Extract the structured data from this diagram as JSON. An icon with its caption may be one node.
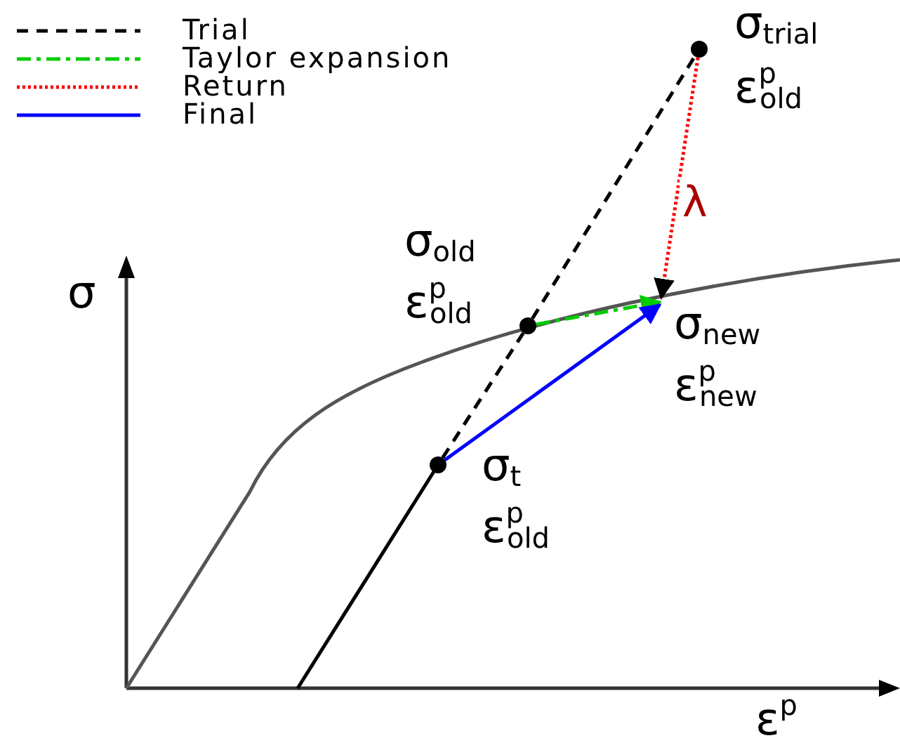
{
  "diagram": {
    "nodes": [
      {
        "text": [],
        "shape": "circle",
        "beside": [
          "σ$_{trial}$",
          "ε$^{p}$$_{old}$"
        ]
      },
      {
        "text": [],
        "shape": "circle",
        "beside": [
          "σ$_{old}$",
          "ε$^{p}$$_{old}$"
        ]
      },
      {
        "text": [],
        "shape": "circle",
        "beside": [
          "σ$_{t}$",
          "ε$^{p}$$_{old}$"
        ]
      },
      {
        "text": [
          "σ$_{new}$",
          "ε$^{p}$$_{new}$"
        ]
      }
    ],
    "edges": [
      {
        "from": 2,
        "to": 1,
        "arrow": "none",
        "style": "dashed"
      },
      {
        "from": 1,
        "to": 0,
        "arrow": "none",
        "style": "dashed"
      },
      {
        "from": 1,
        "to": 3,
        "arrow": "to",
        "style": "dashed",
        "color": "#00cc00"
      },
      {
        "from": 0,
        "to": 3,
        "arrow": "to",
        "style": "dashed",
        "color": "#ff0000",
        "label": "λ"
      },
      {
        "from": 2,
        "to": 3,
        "arrow": "to",
        "color": "#0000ff"
      }
    ],
    "labels": [
      "σ",
      "ε$^{p}$"
    ],
    "legend": [
      {
        "text": "Trial"
      },
      {
        "text": "Taylor expansion"
      },
      {
        "text": "Return"
      },
      {
        "text": "Final"
      }
    ]
  }
}
